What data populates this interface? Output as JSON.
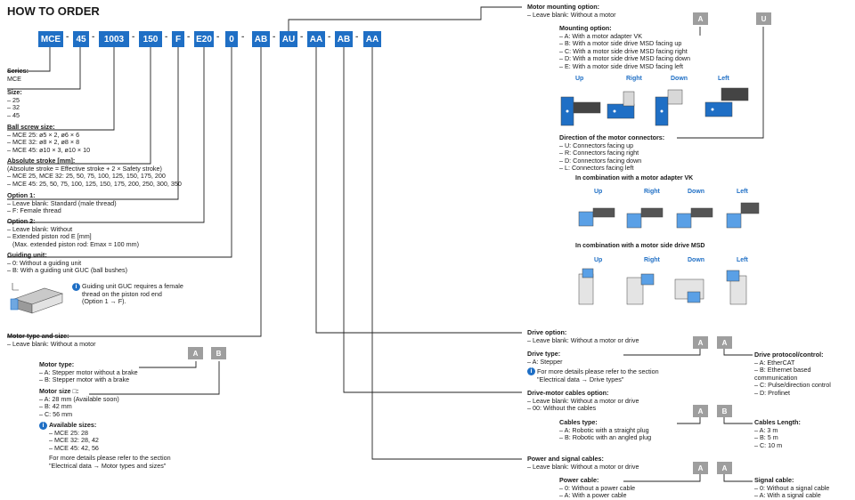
{
  "title": "HOW TO ORDER",
  "order_code": [
    "MCE",
    "45",
    "1003",
    "150",
    "F",
    "E20",
    "0",
    "AB",
    "AU",
    "AA",
    "AB",
    "AA"
  ],
  "separator": "-",
  "series": {
    "label": "Series:",
    "items": [
      "MCE"
    ]
  },
  "size": {
    "label": "Size:",
    "items": [
      "– 25",
      "– 32",
      "– 45"
    ]
  },
  "ball_screw": {
    "label": "Ball screw size:",
    "items": [
      "– MCE 25: ø5 × 2, ø6 × 6",
      "– MCE 32: ø8 × 2, ø8 × 8",
      "– MCE 45: ø10 × 3, ø10 × 10"
    ]
  },
  "stroke": {
    "label": "Absolute stroke [mm]:",
    "items": [
      "(Absolute stroke = Effective stroke + 2 × Safety stroke)",
      "– MCE 25, MCE 32: 25, 50, 75, 100, 125, 150, 175, 200",
      "– MCE 45: 25, 50, 75, 100, 125, 150, 175, 200, 250, 300, 350"
    ]
  },
  "option1": {
    "label": "Option 1:",
    "items": [
      "– Leave blank: Standard (male thread)",
      "– F: Female thread"
    ]
  },
  "option2": {
    "label": "Option 2:",
    "items": [
      "– Leave blank: Without",
      "– Extended piston rod E [mm]",
      "(Max. extended piston rod: Emax = 100 mm)"
    ]
  },
  "guiding": {
    "label": "Guiding unit:",
    "items": [
      "– 0: Without a guiding unit",
      "– B: With a guiding unit GUC (ball bushes)"
    ]
  },
  "guiding_note": [
    "Guiding unit GUC requires a female",
    "thread on the piston rod end",
    "(Option 1 → F)."
  ],
  "motor_type_size": {
    "label": "Motor type and size:",
    "items": [
      "– Leave blank: Without a motor"
    ]
  },
  "motor_type": {
    "label": "Motor type:",
    "items": [
      "– A: Stepper motor without a brake",
      "– B: Stepper motor with a brake"
    ]
  },
  "motor_size": {
    "label": "Motor size □:",
    "items": [
      "– A: 28 mm (Available soon)",
      "– B: 42 mm",
      "– C: 56 mm"
    ]
  },
  "available_sizes": {
    "label": "Available sizes:",
    "items": [
      "– MCE 25: 28",
      "– MCE 32: 28, 42",
      "– MCE 45: 42, 56"
    ]
  },
  "motor_note": [
    "For more details please refer to the section",
    "\"Electrical data → Motor types and sizes\""
  ],
  "mounting": {
    "label": "Motor mounting option:",
    "items": [
      "– Leave blank: Without a motor"
    ]
  },
  "mounting_opt": {
    "label": "Mounting option:",
    "items": [
      "– A: With a motor adapter VK",
      "– B: With a motor side drive MSD facing up",
      "– C: With a motor side drive MSD facing right",
      "– D: With a motor side drive MSD facing down",
      "– E: With a motor side drive MSD facing left"
    ]
  },
  "directions": [
    "Up",
    "Right",
    "Down",
    "Left"
  ],
  "connectors": {
    "label": "Direction of the motor connectors:",
    "items": [
      "– U: Connectors facing up",
      "– R: Connectors facing right",
      "– D: Connectors facing down",
      "– L: Connectors facing left"
    ]
  },
  "combo_vk": "In combination with a motor adapter VK",
  "combo_msd": "In combination with a motor side drive MSD",
  "drive": {
    "label": "Drive option:",
    "items": [
      "– Leave blank: Without a motor or drive"
    ]
  },
  "drive_type": {
    "label": "Drive type:",
    "items": [
      "– A: Stepper"
    ]
  },
  "drive_note": [
    "For more details please refer to the section",
    "\"Electrical data → Drive types\""
  ],
  "protocol": {
    "label": "Drive protocol/control:",
    "items": [
      "– A: EtherCAT",
      "– B: Ethernet based communication",
      "– C: Pulse/direction control",
      "– D: Profinet"
    ]
  },
  "cables": {
    "label": "Drive-motor cables option:",
    "items": [
      "– Leave blank: Without a motor or drive",
      "– 00: Without the cables"
    ]
  },
  "cables_type": {
    "label": "Cables type:",
    "items": [
      "– A: Robotic with a straight plug",
      "– B: Robotic with an angled plug"
    ]
  },
  "cables_length": {
    "label": "Cables Length:",
    "items": [
      "– A: 3 m",
      "– B: 5 m",
      "– C: 10 m"
    ]
  },
  "power": {
    "label": "Power and signal cables:",
    "items": [
      "– Leave blank: Without a motor or drive"
    ]
  },
  "power_cable": {
    "label": "Power cable:",
    "items": [
      "– 0: Without a power cable",
      "– A: With a power cable"
    ]
  },
  "signal_cable": {
    "label": "Signal cable:",
    "items": [
      "– 0: Without a signal cable",
      "– A: With a signal cable"
    ]
  },
  "boxes": {
    "mount": [
      "A",
      "U"
    ],
    "motor": [
      "A",
      "B"
    ],
    "drive": [
      "A",
      "A"
    ],
    "cables": [
      "A",
      "B"
    ],
    "power": [
      "A",
      "A"
    ]
  },
  "info_glyph": "i",
  "colors": {
    "accent": "#1f6fc5",
    "grey_box": "#9e9e9e"
  }
}
